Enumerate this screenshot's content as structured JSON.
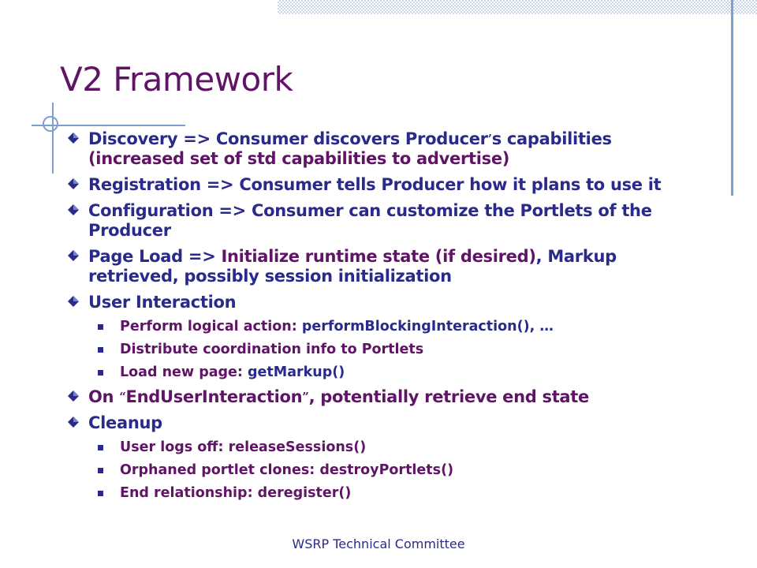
{
  "slide": {
    "title": "V2 Framework",
    "footer": "WSRP Technical Committee"
  },
  "bullets": {
    "discovery": {
      "a": "Discovery => Consumer discovers Producer",
      "apos": "’",
      "b": "s capabilities ",
      "c": "(increased set of std capabilities to advertise)"
    },
    "registration": "Registration => Consumer tells Producer how it plans to use it",
    "configuration": "Configuration => Consumer can customize the Portlets of the Producer",
    "page_load": {
      "a": "Page Load => ",
      "b": "Initialize runtime state (if desired)",
      "c": ", Markup retrieved, possibly session initialization"
    },
    "user_interaction": {
      "label": "User Interaction",
      "sub": {
        "perform": {
          "a": "Perform logical action: ",
          "b": "performBlockingInteraction(), …"
        },
        "distribute": "Distribute coordination info to Portlets",
        "load": {
          "a": "Load new page: ",
          "b": "getMarkup()"
        }
      }
    },
    "on_end": {
      "a": "On ",
      "lq": "“",
      "b": "EndUserInteraction",
      "rq": "”",
      "c": ", potentially retrieve end state"
    },
    "cleanup": {
      "label": "Cleanup",
      "sub": {
        "logs_off": "User logs off: releaseSessions()",
        "orphaned": "Orphaned portlet clones: destroyPortlets()",
        "end_rel": "End relationship: deregister()"
      }
    }
  },
  "colors": {
    "title": "#5f1466",
    "text_navy": "#2a2a8a",
    "accent_purple": "#5f1466",
    "deco_blue": "#7f9fd1"
  },
  "icons": {
    "level1_bullet": "diamond-bullet-icon",
    "level2_bullet": "square-bullet-icon"
  }
}
